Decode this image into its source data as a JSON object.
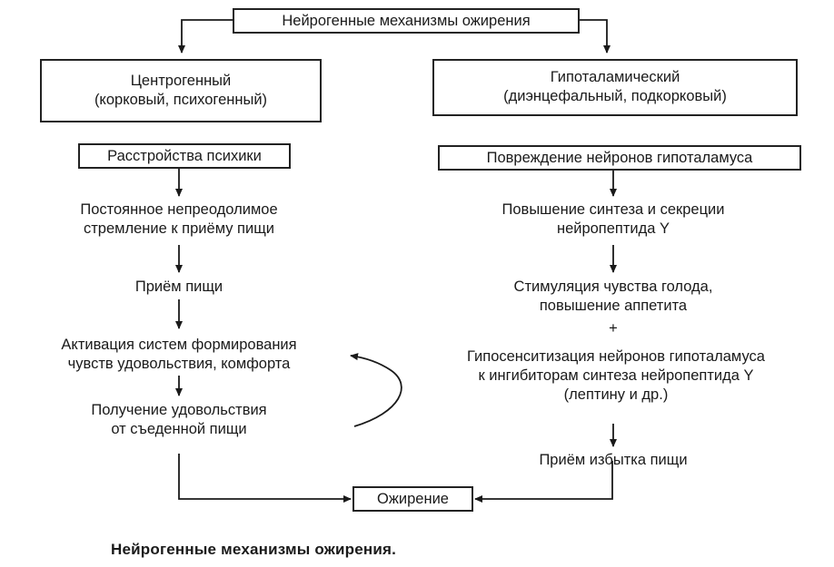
{
  "title": "Нейрогенные механизмы ожирения",
  "left_branch": {
    "type_title": "Центрогенный",
    "type_subtitle": "(корковый, психогенный)",
    "cause": "Расстройства психики",
    "steps": [
      [
        "Постоянное непреодолимое",
        "стремление к приёму пищи"
      ],
      [
        "Приём пищи"
      ],
      [
        "Активация систем формирования",
        "чувств удовольствия, комфорта"
      ],
      [
        "Получение удовольствия",
        "от съеденной пищи"
      ]
    ]
  },
  "right_branch": {
    "type_title": "Гипоталамический",
    "type_subtitle": "(диэнцефальный, подкорковый)",
    "cause": "Повреждение нейронов гипоталамуса",
    "steps": [
      [
        "Повышение синтеза и секреции",
        "нейропептида Y"
      ],
      [
        "Стимуляция чувства голода,",
        "повышение аппетита"
      ],
      [
        "Гипосенситизация нейронов гипоталамуса",
        "к ингибиторам синтеза нейропептида Y",
        "(лептину и др.)"
      ],
      [
        "Приём избытка пищи"
      ]
    ],
    "plus_sign": "+"
  },
  "outcome": "Ожирение",
  "caption": "Нейрогенные механизмы ожирения.",
  "colors": {
    "ink": "#1a1a1a",
    "background": "#ffffff"
  }
}
